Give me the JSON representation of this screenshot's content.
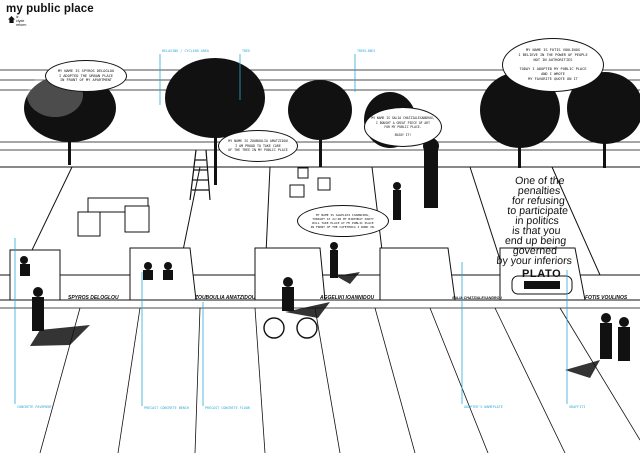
{
  "header": {
    "title": "my public place",
    "logo_text": "iz\nclyde\nreform"
  },
  "callouts": {
    "top": [
      "RELAXING / CYCLING AREA",
      "TREE",
      "TREELINES"
    ],
    "bottom": [
      "CONCRETE PAVEMENT",
      "PRECAST CONCRETE BENCH",
      "PRECAST CONCRETE FLOOR",
      "ADOPTER'S NAMEPLATE",
      "GRAFFITI"
    ]
  },
  "bubbles": {
    "spyros": "MY NAME IS SPYROS DELOGLOU\nI ADOPTED THE URBAN PLACE\nIN FRONT OF MY APARTMENT",
    "zouboulia": "MY NAME IS ZOUBOULIA AMATZIDOU\nI AM PROUD TO TAKE CARE\nOF THE TREE IN MY PUBLIC PLACE",
    "salia": "MY NAME IS SALIA CHATZIALEXANDROU,\nI BOUGHT A GREAT PIECE OF ART\nFOR MY PUBLIC PLACE.\n\nENJOY IT!",
    "aggeliki": "MY NAME IS AGGELIKI IOANNIDOU,\nTONIGHT AT 21:00 MY BIRTHDAY PARTY\nWILL TAKE PLACE AT MY PUBLIC PLACE\nIN FRONT OF THE CAFETERIA I WORK IN.",
    "fotis": "MY NAME IS FOTIS VOULINOS\nI BELIEVE IN THE POWER OF PEOPLE\nNOT IN AUTHORITIES\n\nTODAY I ADOPTED MY PUBLIC PLACE\nAND I WROTE\nMY FAVORITE QUOTE ON IT"
  },
  "nameplates": [
    "SPYROS DELOGLOU",
    "ZOUBOULIA AMATZIDOU",
    "AGGELIKI IOANNIDOU",
    "SALIA CHATZIALEXANDROU",
    "FOTIS VOULINOS"
  ],
  "floor_quote": {
    "text": "One of the\npenalties\nfor refusing\nto participate\nin politics\nis that you\nend up being\ngoverned\nby your inferiors",
    "author": "PLATO"
  },
  "colors": {
    "accent": "#2fa8d8",
    "ink": "#111111",
    "paper": "#ffffff"
  }
}
